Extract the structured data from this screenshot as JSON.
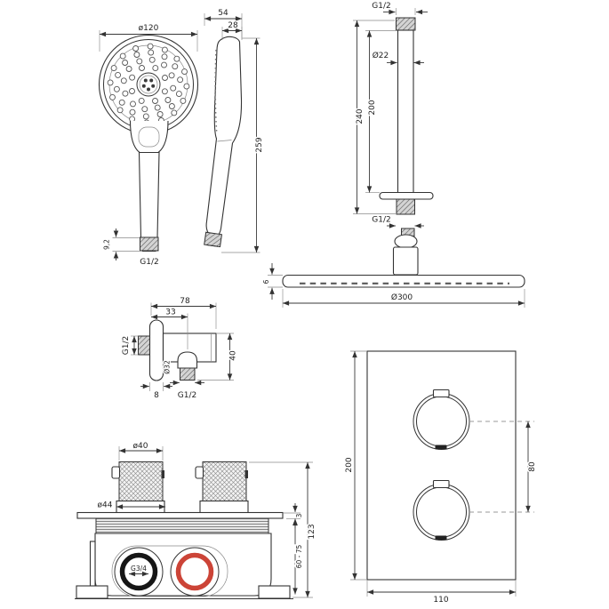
{
  "figure": {
    "background": "#ffffff",
    "line_color": "#333333",
    "accent_red": "#cc4437",
    "port_ring_black": "#161616"
  },
  "hand_shower": {
    "front_diameter": "ø120",
    "side_depth": "54",
    "head_thickness": "28",
    "total_height": "259",
    "thread_length": "9,2",
    "thread_size": "G1/2"
  },
  "ceiling_arm": {
    "top_thread_size": "G1/2",
    "pipe_diameter": "Ø22",
    "visible_length": "200",
    "total_length": "240",
    "bottom_thread_size": "G1/2"
  },
  "head_shower": {
    "plate_thickness": "6",
    "diameter": "Ø300"
  },
  "wall_outlet": {
    "total_depth": "78",
    "body_depth": "33",
    "inlet_thread_size": "G1/2",
    "flange_diameter": "Ø32",
    "body_height": "40",
    "flange_depth": "8",
    "outlet_thread_size": "G1/2"
  },
  "concealed_valve": {
    "knob_diameter": "ø40",
    "knob_base_diameter": "ø44",
    "connection_thread_size": "G3/4",
    "plate_thickness": "3",
    "total_depth": "123",
    "install_depth_range": "60 - 75"
  },
  "trim_plate": {
    "height": "200",
    "width": "110",
    "handle_spacing": "80"
  }
}
